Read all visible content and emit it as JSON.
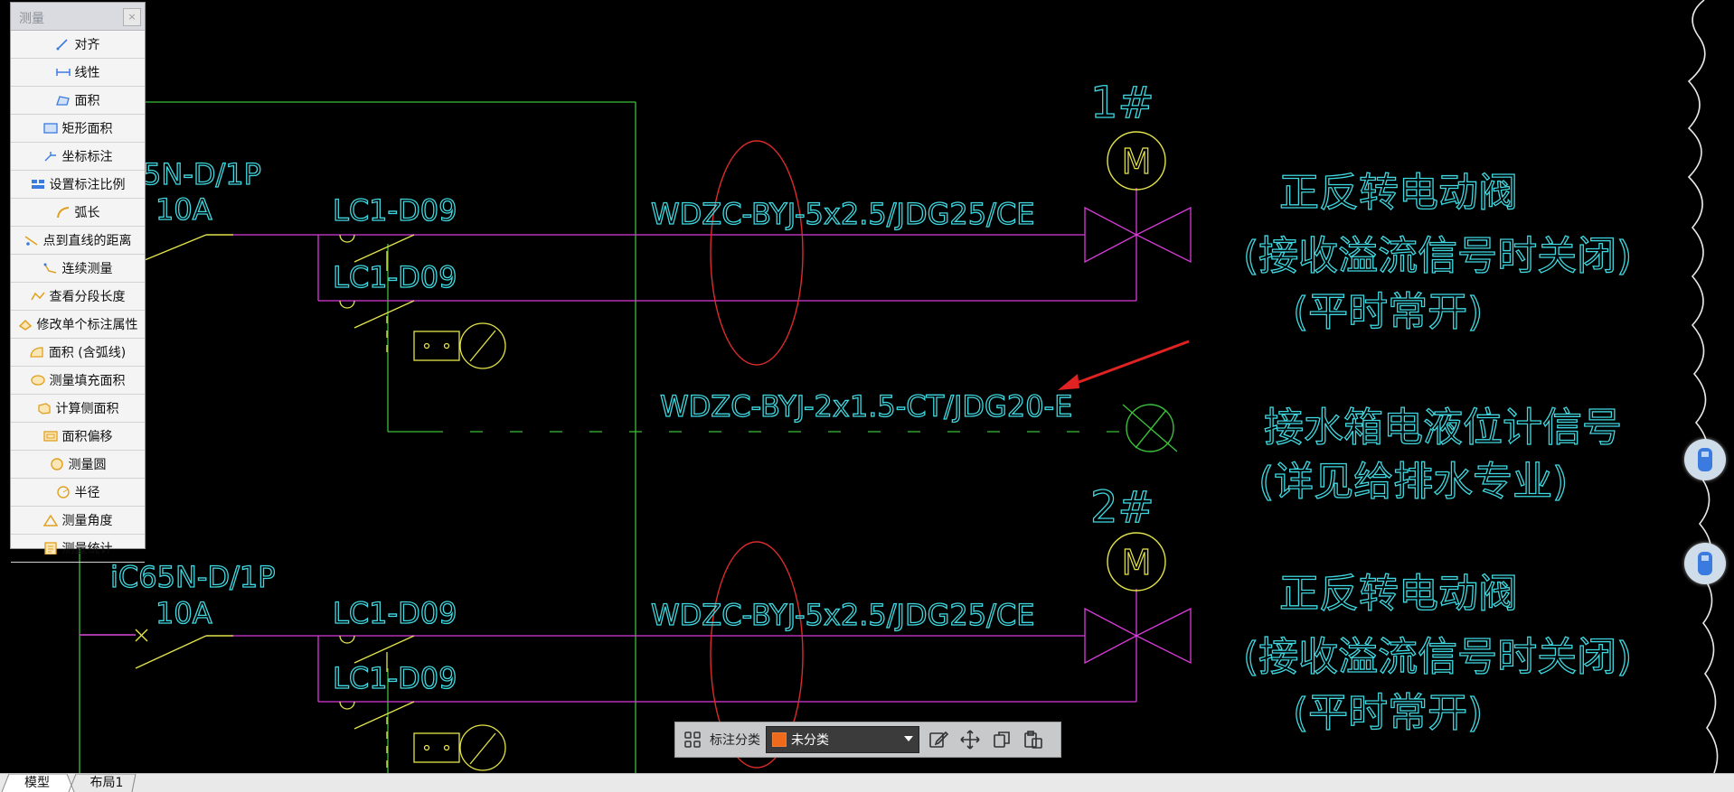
{
  "drawing": {
    "breaker_top_lines": [
      "5N-D/1P",
      "10A"
    ],
    "breaker_bottom_lines": [
      "iC65N-D/1P",
      "10A"
    ],
    "contactor_labels": [
      "LC1-D09",
      "LC1-D09",
      "LC1-D09",
      "LC1-D09"
    ],
    "cable_top": "WDZC-BYJ-5x2.5/JDG25/CE",
    "cable_mid": "WDZC-BYJ-2x1.5-CT/JDG20-E",
    "cable_bottom": "WDZC-BYJ-5x2.5/JDG25/CE",
    "unit_1": "1#",
    "unit_2": "2#",
    "motor_symbol": "M",
    "valve_desc_1": [
      "正反转电动阀",
      "(接收溢流信号时关闭)",
      "(平时常开)"
    ],
    "level_desc": [
      "接水箱电液位计信号",
      "(详见给排水专业)"
    ],
    "valve_desc_2": [
      "正反转电动阀",
      "(接收溢流信号时关闭)",
      "(平时常开)"
    ]
  },
  "measure_panel": {
    "title": "测量",
    "close": "×",
    "items": [
      {
        "label": "对齐",
        "icon": "align-icon"
      },
      {
        "label": "线性",
        "icon": "linear-icon"
      },
      {
        "label": "面积",
        "icon": "area-icon"
      },
      {
        "label": "矩形面积",
        "icon": "rect-area-icon"
      },
      {
        "label": "坐标标注",
        "icon": "coordinate-icon"
      },
      {
        "label": "设置标注比例",
        "icon": "scale-icon"
      },
      {
        "label": "弧长",
        "icon": "arc-length-icon"
      },
      {
        "label": "点到直线的距离",
        "icon": "point-line-icon"
      },
      {
        "label": "连续测量",
        "icon": "continuous-icon"
      },
      {
        "label": "查看分段长度",
        "icon": "segment-icon"
      },
      {
        "label": "修改单个标注属性",
        "icon": "edit-dim-icon"
      },
      {
        "label": "面积 (含弧线)",
        "icon": "arc-area-icon"
      },
      {
        "label": "测量填充面积",
        "icon": "fill-area-icon"
      },
      {
        "label": "计算侧面积",
        "icon": "side-area-icon"
      },
      {
        "label": "面积偏移",
        "icon": "area-offset-icon"
      },
      {
        "label": "测量圆",
        "icon": "circle-icon"
      },
      {
        "label": "半径",
        "icon": "radius-icon"
      },
      {
        "label": "测量角度",
        "icon": "angle-icon"
      },
      {
        "label": "测量统计",
        "icon": "stats-icon"
      }
    ]
  },
  "tag_toolbar": {
    "label": "标注分类",
    "selected": "未分类",
    "swatch_color": "#f06a1b"
  },
  "tabs": [
    "模型",
    "布局1"
  ]
}
